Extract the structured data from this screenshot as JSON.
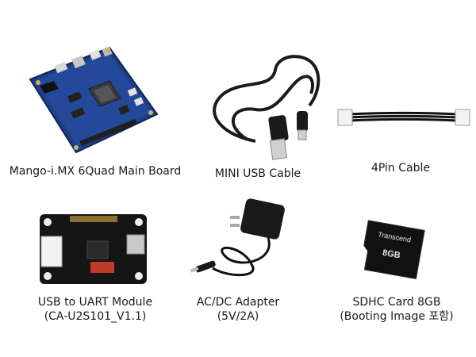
{
  "items": [
    {
      "caption": [
        "Mango-i.MX 6Quad Main Board"
      ]
    },
    {
      "caption": [
        "MINI USB Cable"
      ]
    },
    {
      "caption": [
        "4Pin Cable"
      ]
    },
    {
      "caption": [
        "USB to UART Module",
        "(CA-U2S101_V1.1)"
      ]
    },
    {
      "caption": [
        "AC/DC Adapter",
        "(5V/2A)"
      ]
    },
    {
      "caption": [
        "SDHC Card 8GB",
        "(Booting Image 포함)"
      ]
    }
  ],
  "sd_card": {
    "brand": "Transcend",
    "capacity": "8GB"
  }
}
